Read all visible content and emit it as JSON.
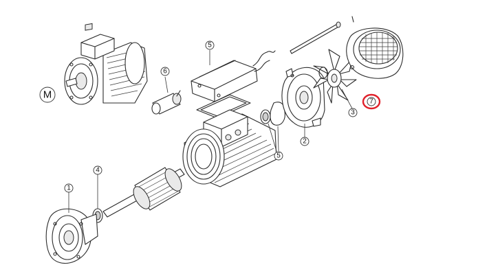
{
  "diagram": {
    "legend_label": "M",
    "parts": [
      {
        "id": "1",
        "label": "1"
      },
      {
        "id": "2",
        "label": "2"
      },
      {
        "id": "3",
        "label": "3"
      },
      {
        "id": "4",
        "label": "4",
        "highlighted": true
      },
      {
        "id": "5a",
        "label": "5"
      },
      {
        "id": "5b",
        "label": "5"
      },
      {
        "id": "6",
        "label": "6"
      },
      {
        "id": "7",
        "label": "7"
      }
    ]
  },
  "colors": {
    "line": "#2a2a2a",
    "highlight": "#e0202a",
    "background": "#ffffff"
  }
}
